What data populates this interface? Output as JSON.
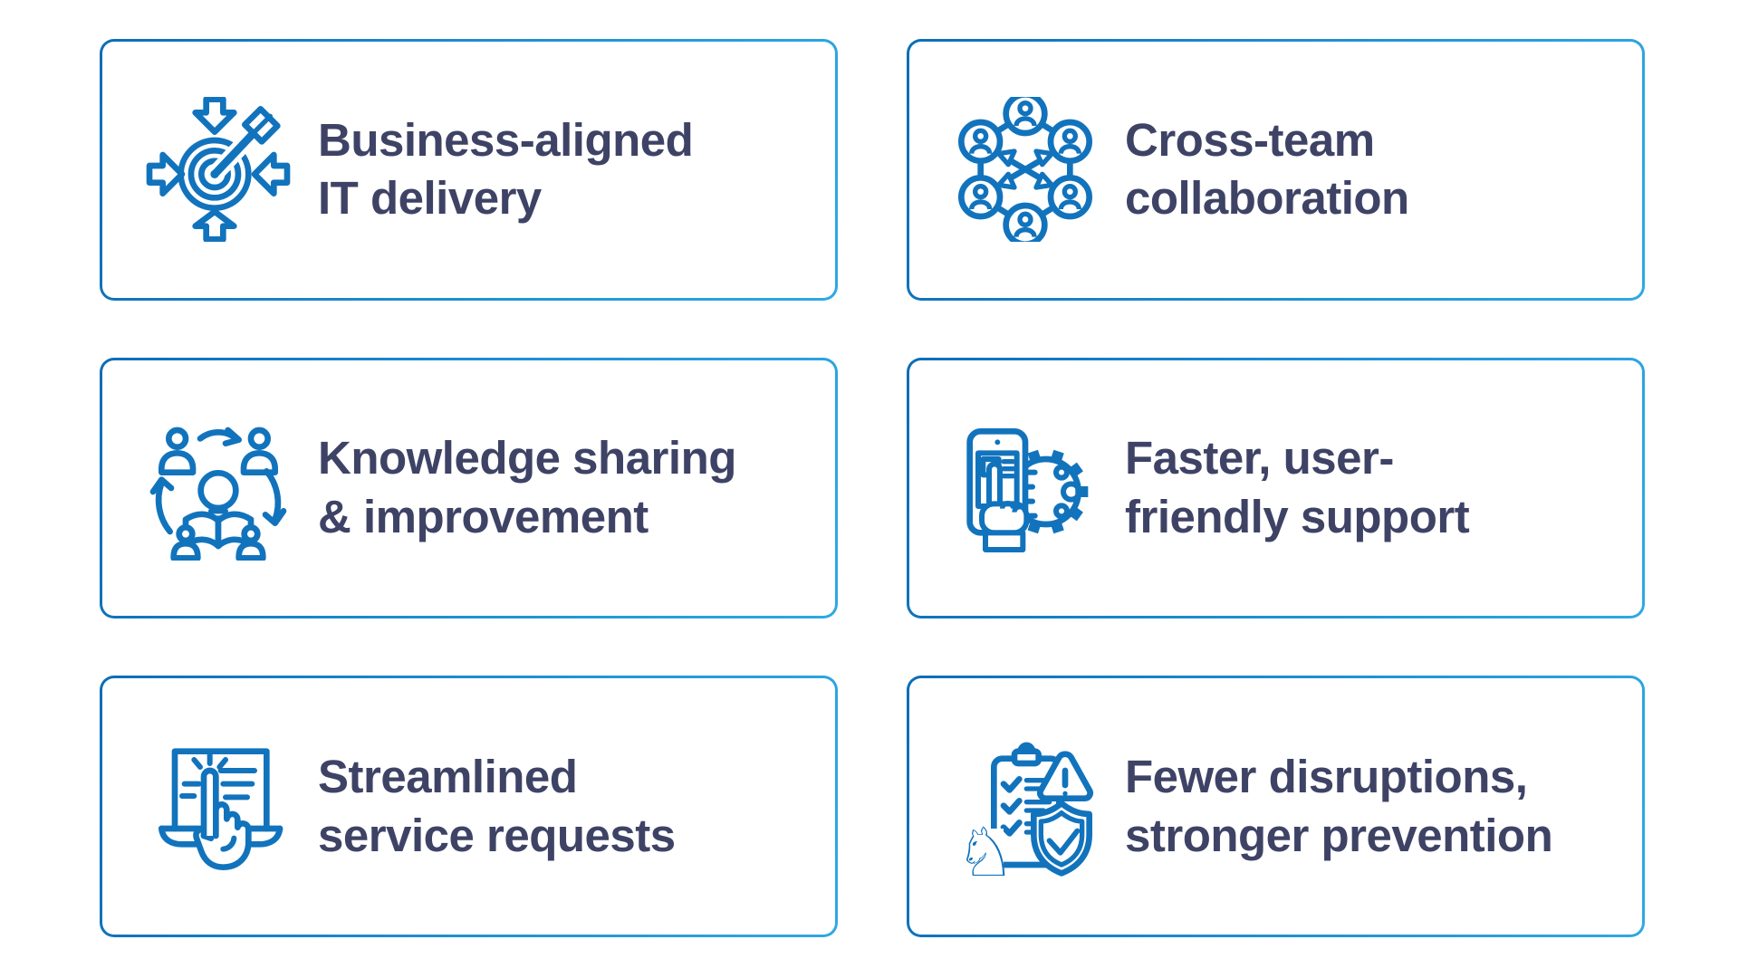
{
  "page": {
    "background": "#ffffff",
    "type": "benefits-infographic"
  },
  "colors": {
    "icon_stroke": "#1273bd",
    "title_text": "#3e4366",
    "card_border_gradient_start": "#0c6db6",
    "card_border_gradient_end": "#2fa9e3",
    "card_background": "#ffffff"
  },
  "cards": [
    {
      "icon": "target-inward-arrows-icon",
      "line1": "Business-aligned",
      "line2": "IT delivery"
    },
    {
      "icon": "people-network-exchange-icon",
      "line1": "Cross-team",
      "line2": "collaboration"
    },
    {
      "icon": "people-idea-book-cycle-icon",
      "line1": "Knowledge sharing",
      "line2": "& improvement"
    },
    {
      "icon": "phone-touch-gear-icon",
      "line1": "Faster, user-",
      "line2": "friendly support"
    },
    {
      "icon": "laptop-click-hand-icon",
      "line1": "Streamlined",
      "line2": "service requests"
    },
    {
      "icon": "checklist-warning-shield-knight-icon",
      "line1": "Fewer disruptions,",
      "line2": "stronger prevention"
    }
  ]
}
